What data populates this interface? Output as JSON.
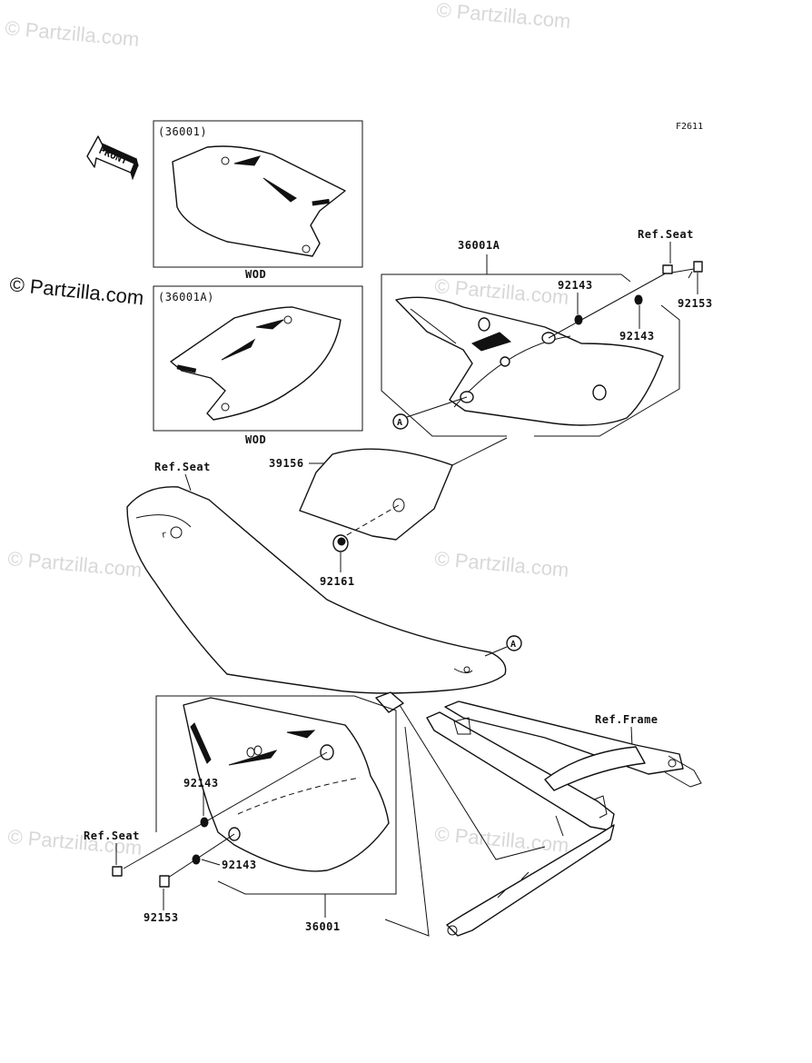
{
  "watermark": {
    "text": "© Partzilla.com",
    "brand_text": "© Partzilla.com"
  },
  "figure_code": "F2611",
  "front_arrow_label": "FRONT",
  "callouts": {
    "box_left_title": "(36001)",
    "box_left_a_title": "(36001A)",
    "wod_1": "WOD",
    "wod_2": "WOD",
    "part_36001A": "36001A",
    "ref_seat_top": "Ref.Seat",
    "p92143_a": "92143",
    "p92143_b": "92143",
    "p92153_top": "92153",
    "ref_seat_mid": "Ref.Seat",
    "p39156": "39156",
    "p92161": "92161",
    "ref_frame": "Ref.Frame",
    "p92143_c": "92143",
    "ref_seat_bottom": "Ref.Seat",
    "p92143_d": "92143",
    "p92153_bottom": "92153",
    "part_36001": "36001",
    "marker_a1": "A",
    "marker_a2": "A"
  }
}
